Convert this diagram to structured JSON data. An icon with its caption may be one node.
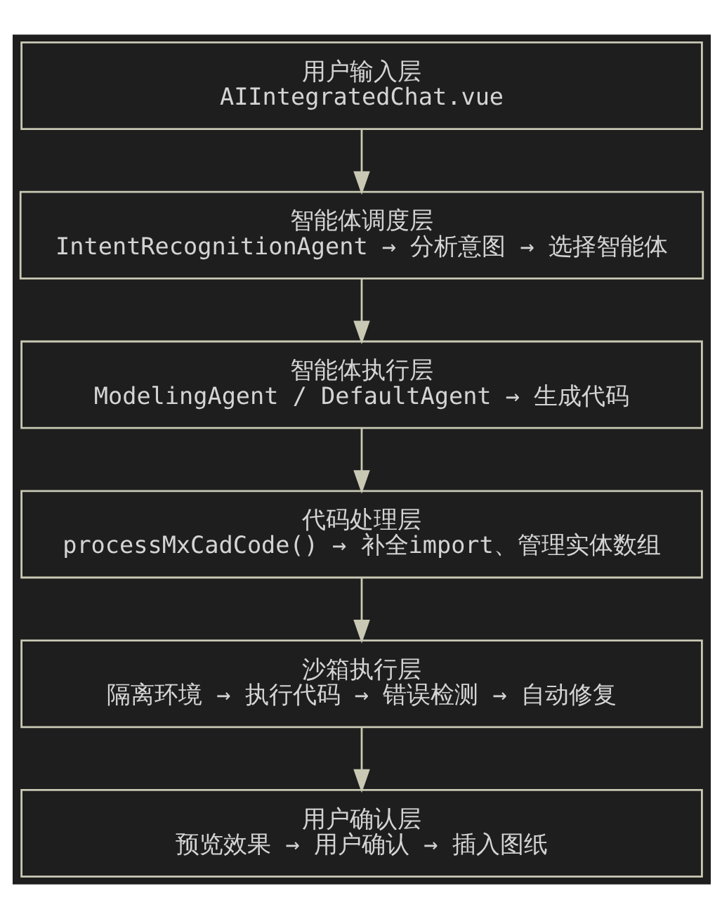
{
  "diagram": {
    "nodes": [
      {
        "text": [
          "用户输入层",
          "AIIntegratedChat.vue"
        ]
      },
      {
        "text": [
          "智能体调度层",
          "IntentRecognitionAgent → 分析意图 → 选择智能体"
        ]
      },
      {
        "text": [
          "智能体执行层",
          "ModelingAgent / DefaultAgent → 生成代码"
        ]
      },
      {
        "text": [
          "代码处理层",
          "processMxCadCode() → 补全import、管理实体数组"
        ]
      },
      {
        "text": [
          "沙箱执行层",
          "隔离环境 → 执行代码 → 错误检测 → 自动修复"
        ]
      },
      {
        "text": [
          "用户确认层",
          "预览效果 → 用户确认 → 插入图纸"
        ]
      }
    ],
    "edges": [
      {
        "from": 0,
        "to": 1,
        "arrow": "to"
      },
      {
        "from": 1,
        "to": 2,
        "arrow": "to"
      },
      {
        "from": 2,
        "to": 3,
        "arrow": "to"
      },
      {
        "from": 3,
        "to": 4,
        "arrow": "to"
      },
      {
        "from": 4,
        "to": 5,
        "arrow": "to"
      }
    ]
  }
}
